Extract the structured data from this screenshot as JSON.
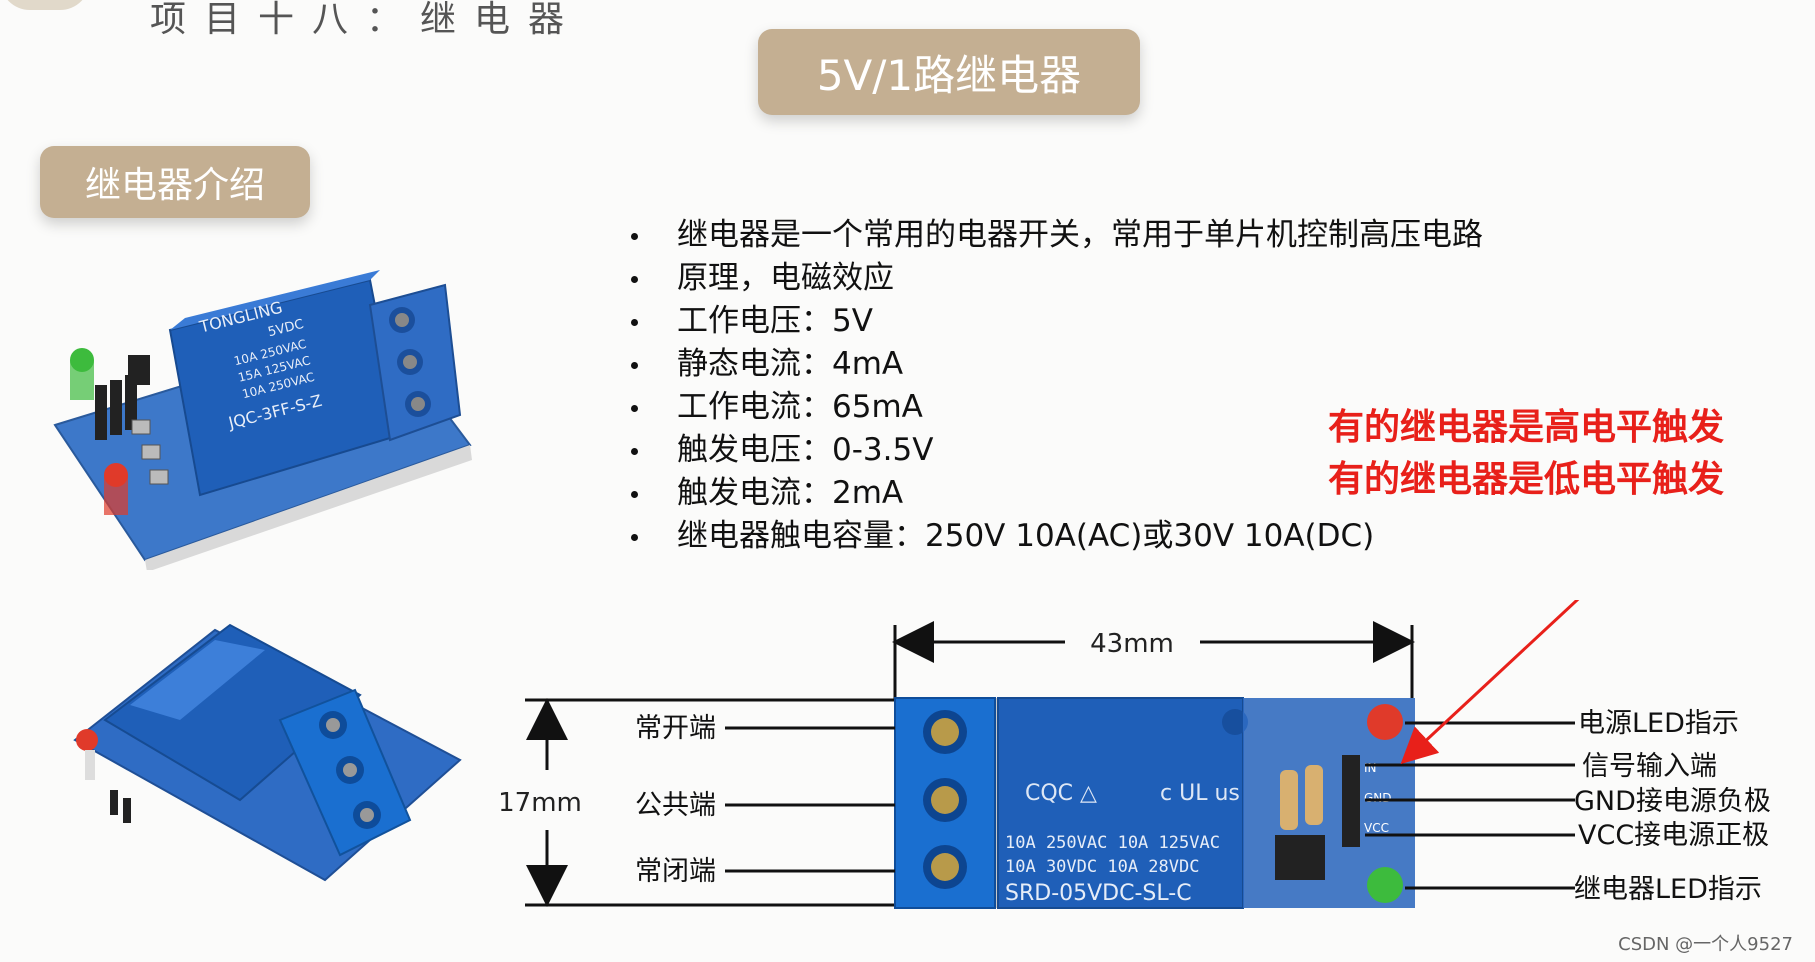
{
  "header": {
    "project_title": "项目十八：继电器",
    "main_title": "5V/1路继电器",
    "section_title": "继电器介绍"
  },
  "bullets": [
    "继电器是一个常用的电器开关，常用于单片机控制高压电路",
    "原理，电磁效应",
    "工作电压：5V",
    "静态电流：4mA",
    "工作电流：65mA",
    "触发电压：0-3.5V",
    "触发电流：2mA",
    "继电器触电容量：250V 10A(AC)或30V 10A(DC)"
  ],
  "note": {
    "line1": "有的继电器是高电平触发",
    "line2": "有的继电器是低电平触发"
  },
  "top_relay": {
    "brand": "TONGLING",
    "voltage": "5VDC",
    "ratings": [
      "10A 250VAC",
      "15A 125VAC",
      "10A 250VAC"
    ],
    "model": "JQC-3FF-S-Z"
  },
  "diagram": {
    "width_label": "43mm",
    "height_label": "17mm",
    "left_pins": [
      "常开端",
      "公共端",
      "常闭端"
    ],
    "right_pins": [
      "电源LED指示",
      "信号输入端",
      "GND接电源负极",
      "VCC接电源正极",
      "继电器LED指示"
    ],
    "relay_ratings": [
      "10A 250VAC  10A 125VAC",
      "10A  30VDC  10A  28VDC"
    ],
    "relay_model": "SRD-05VDC-SL-C",
    "board_pins": [
      "IN",
      "GND",
      "VCC"
    ]
  },
  "colors": {
    "pill": "#c4af92",
    "note_red": "#e8201a",
    "relay_blue": "#1f5fb8",
    "terminal_blue": "#1a6fd0",
    "pcb_blue": "#2f6cc4"
  },
  "footer": {
    "credit": "CSDN @一个人9527"
  }
}
